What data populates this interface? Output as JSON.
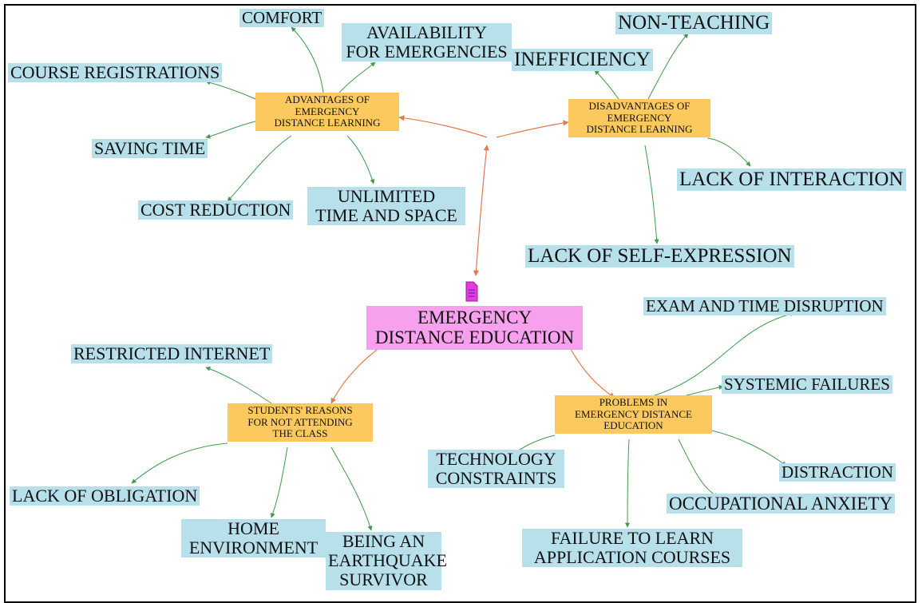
{
  "colors": {
    "leaf_bg": "#b8e0ea",
    "category_bg": "#fbc95e",
    "root_bg": "#f7a1ee",
    "main_link": "#e07a4f",
    "leaf_link": "#3f9a4a",
    "doc_icon": "#e43bd9"
  },
  "root": {
    "label": "EMERGENCY\nDISTANCE EDUCATION",
    "icon": "document-icon"
  },
  "categories": {
    "advantages": {
      "label": "ADVANTAGES OF\nEMERGENCY\nDISTANCE LEARNING",
      "leaves": {
        "comfort": "COMFORT",
        "availability": "AVAILABILITY\nFOR EMERGENCIES",
        "course_registrations": "COURSE REGISTRATIONS",
        "saving_time": "SAVING TIME",
        "cost_reduction": "COST REDUCTION",
        "unlimited": "UNLIMITED\nTIME AND SPACE"
      }
    },
    "disadvantages": {
      "label": "DISADVANTAGES OF\nEMERGENCY\nDISTANCE LEARNING",
      "leaves": {
        "non_teaching": "NON-TEACHING",
        "inefficiency": "INEFFICIENCY",
        "lack_interaction": "LACK OF INTERACTION",
        "lack_self_expression": "LACK OF SELF-EXPRESSION"
      }
    },
    "students": {
      "label": "STUDENTS' REASONS\nFOR NOT ATTENDING\nTHE CLASS",
      "leaves": {
        "restricted_internet": "RESTRICTED INTERNET",
        "lack_obligation": "LACK OF OBLIGATION",
        "home_environment": "HOME\nENVIRONMENT",
        "earthquake": "BEING AN\nEARTHQUAKE\nSURVIVOR"
      }
    },
    "problems": {
      "label": "PROBLEMS IN\nEMERGENCY DISTANCE\nEDUCATION",
      "leaves": {
        "exam_time": "EXAM AND TIME DISRUPTION",
        "systemic_failures": "SYSTEMIC FAILURES",
        "technology_constraints": "TECHNOLOGY\nCONSTRAINTS",
        "distraction": "DISTRACTION",
        "occupational_anxiety": "OCCUPATIONAL ANXIETY",
        "failure_learn": "FAILURE TO LEARN\nAPPLICATION COURSES"
      }
    }
  }
}
